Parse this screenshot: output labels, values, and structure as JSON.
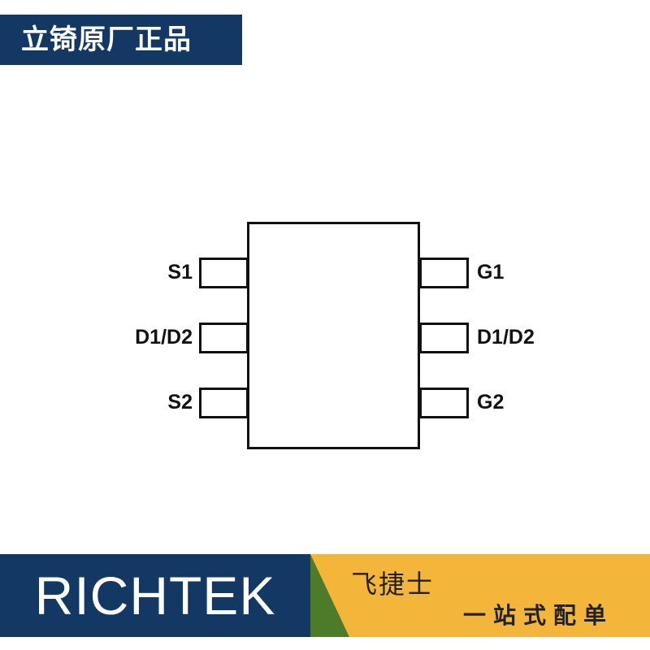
{
  "banner": {
    "text": "立锜原厂正品"
  },
  "diagram": {
    "left_pins": [
      "S1",
      "D1/D2",
      "S2"
    ],
    "right_pins": [
      "G1",
      "D1/D2",
      "G2"
    ]
  },
  "footer": {
    "brand": "RICHTEK",
    "company": "飞捷士",
    "slogan": "一站式配单"
  },
  "colors": {
    "navy": "#133864",
    "gold": "#f4b63a",
    "green": "#4c7b29"
  }
}
